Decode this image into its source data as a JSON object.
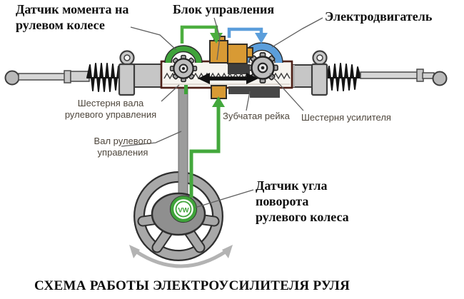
{
  "title": "СХЕМА РАБОТЫ ЭЛЕКТРОУСИЛИТЕЛЯ РУЛЯ",
  "labels": {
    "torque_sensor": {
      "line1": "Датчик момента на",
      "line2": "рулевом колесе"
    },
    "control_unit": "Блок управления",
    "electric_motor": "Электродвигатель",
    "shaft_gear": {
      "line1": "Шестерня вала",
      "line2": "рулевого управления"
    },
    "rack": "Зубчатая рейка",
    "booster_gear": "Шестерня усилителя",
    "steering_shaft": {
      "line1": "Вал рулевого",
      "line2": "управления"
    },
    "angle_sensor": {
      "line1": "Датчик угла",
      "line2": "поворота",
      "line3": "рулевого колеса"
    }
  },
  "logo_text": "VW",
  "colors": {
    "sensor_green": "#3fa33a",
    "motor_blue": "#5b9edb",
    "ecu_orange": "#d89a34",
    "rack_outline": "#4d2017",
    "grey_label": "#4e463c"
  }
}
